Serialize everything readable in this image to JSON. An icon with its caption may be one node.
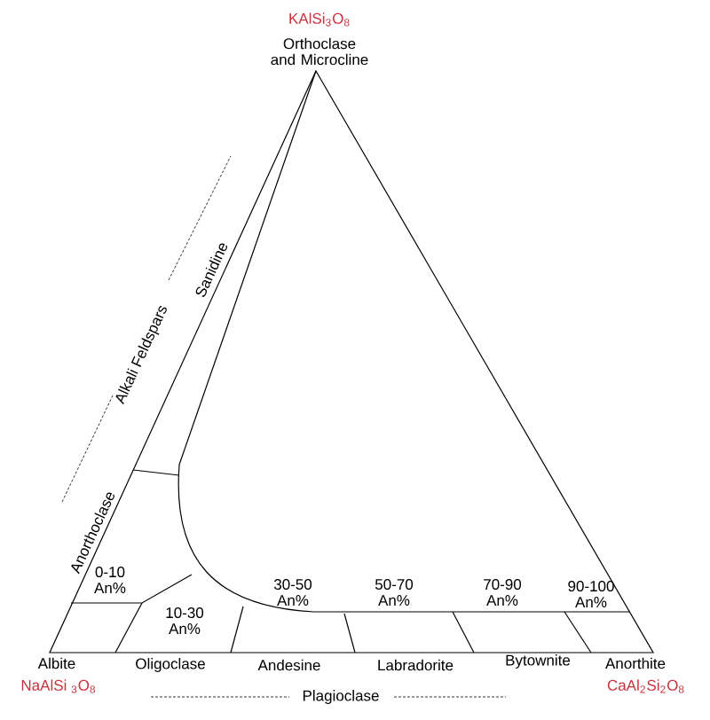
{
  "diagram": {
    "labels": [
      "KAlSi$_{3}$O$_{8}$",
      "Orthoclase and Microcline",
      "Alkali Feldspars",
      "Sanidine",
      "Anorthoclase",
      "0-10 An%",
      "10-30 An%",
      "30-50 An%",
      "50-70 An%",
      "70-90 An%",
      "90-100 An%",
      "Albite",
      "Oligoclase",
      "Andesine",
      "Labradorite",
      "Bytownite",
      "Anorthite",
      "NaAlSi $_{3}$O$_{8}$",
      "CaAl$_{2}$Si$_{2}$O$_{8}$",
      "Plagioclase"
    ]
  }
}
